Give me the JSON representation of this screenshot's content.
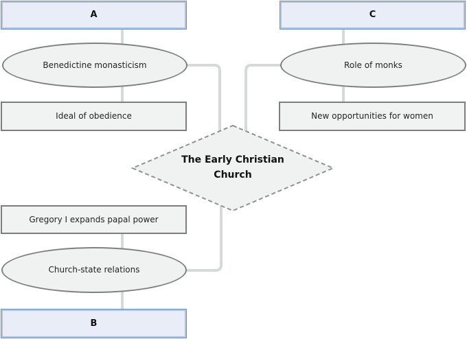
{
  "diagram_title": "The Early Christian Church",
  "colors": {
    "connector": "#d6d9da",
    "diamond_fill": "#f0f2f1",
    "diamond_border": "#8d9292",
    "gray_fill": "#f1f2f2",
    "gray_border": "#7b7e7e",
    "blue_fill": "#e9edf8",
    "blue_border": "#6b90c3"
  },
  "nodes": {
    "box_a": {
      "label": "A"
    },
    "box_c": {
      "label": "C"
    },
    "box_b": {
      "label": "B"
    },
    "ellipse_benedictine": {
      "label": "Benedictine monasticism"
    },
    "rect_obedience": {
      "label": "Ideal of obedience"
    },
    "ellipse_monks": {
      "label": "Role of monks"
    },
    "rect_women": {
      "label": "New opportunities for women"
    },
    "rect_gregory": {
      "label": "Gregory I expands papal power"
    },
    "ellipse_church_state": {
      "label": "Church-state relations"
    },
    "diamond_center": {
      "label": "The Early Christian Church"
    }
  }
}
